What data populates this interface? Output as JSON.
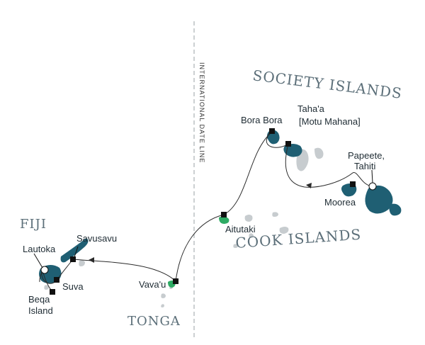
{
  "dateline_label": "INTERNATIONAL DATE LINE",
  "regions": {
    "society": "SOCIETY ISLANDS",
    "cook": "COOK ISLANDS",
    "fiji": "FIJI",
    "tonga": "TONGA"
  },
  "ports": {
    "bora_bora": "Bora Bora",
    "tahaa_1": "Taha'a",
    "tahaa_2": "[Motu Mahana]",
    "papeete_1": "Papeete,",
    "papeete_2": "Tahiti",
    "moorea": "Moorea",
    "aitutaki": "Aitutaki",
    "savusavu": "Savusavu",
    "lautoka": "Lautoka",
    "suva": "Suva",
    "beqa_1": "Beqa",
    "beqa_2": "Island",
    "vavau": "Vava'u"
  },
  "colors": {
    "visited_island": "#1f5f73",
    "other_island": "#c7cccf",
    "highlight_island": "#2eab64",
    "route": "#2a2a2a"
  }
}
